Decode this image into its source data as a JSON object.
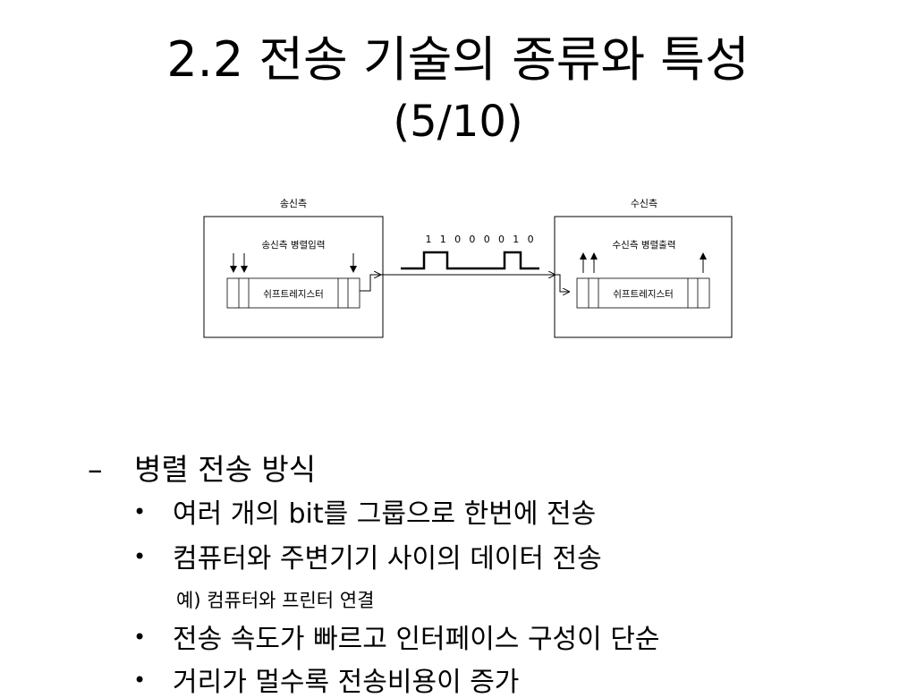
{
  "slide": {
    "title": "2.2 전송 기술의 종류와 특성",
    "subtitle": "(5/10)"
  },
  "diagram": {
    "sender_label": "송신측",
    "receiver_label": "수신측",
    "sender_input_label": "송신측 병렬입력",
    "receiver_output_label": "수신측 병렬출력",
    "register_label": "쉬프트레지스터",
    "bit_sequence": [
      "1",
      "1",
      "0",
      "0",
      "0",
      "0",
      "1",
      "0"
    ]
  },
  "content": {
    "heading": "병렬 전송 방식",
    "dash": "–",
    "bullet": "•",
    "items": [
      "여러 개의 bit를 그룹으로 한번에 전송",
      "컴퓨터와 주변기기 사이의 데이터 전송",
      "전송 속도가 빠르고 인터페이스 구성이 단순",
      "거리가 멀수록 전송비용이 증가"
    ],
    "example": "예) 컴퓨터와 프린터 연결"
  }
}
